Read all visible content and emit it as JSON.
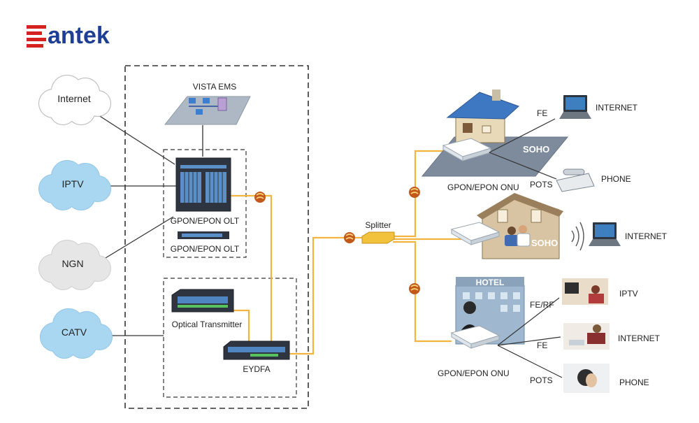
{
  "logo": {
    "text": "antek",
    "brand_color": "#1f3f94",
    "accent_color": "#d6221f"
  },
  "sources": [
    {
      "id": "internet",
      "label": "Internet",
      "fill": "#ffffff"
    },
    {
      "id": "iptv",
      "label": "IPTV",
      "fill": "#a9d7f2"
    },
    {
      "id": "ngn",
      "label": "NGN",
      "fill": "#e6e6e6"
    },
    {
      "id": "catv",
      "label": "CATV",
      "fill": "#a9d7f2"
    }
  ],
  "central_office": {
    "ems": "VISTA EMS",
    "olt_main": "GPON/EPON OLT",
    "olt_secondary": "GPON/EPON OLT",
    "transmitter": "Optical Transmitter",
    "amplifier": "EYDFA"
  },
  "splitter": "Splitter",
  "fiber_color": "#f2b43c",
  "sites": {
    "soho_top": {
      "label": "SOHO",
      "onu": "GPON/EPON ONU",
      "links": [
        {
          "port": "FE",
          "device": "INTERNET"
        },
        {
          "port": "POTS",
          "device": "PHONE"
        }
      ]
    },
    "soho_middle": {
      "label": "SOHO",
      "links": [
        {
          "device": "INTERNET"
        }
      ]
    },
    "hotel": {
      "sign": "HOTEL",
      "onu": "GPON/EPON ONU",
      "links": [
        {
          "port": "FE/RF",
          "device": "IPTV"
        },
        {
          "port": "FE",
          "device": "INTERNET"
        },
        {
          "port": "POTS",
          "device": "PHONE"
        }
      ]
    }
  }
}
